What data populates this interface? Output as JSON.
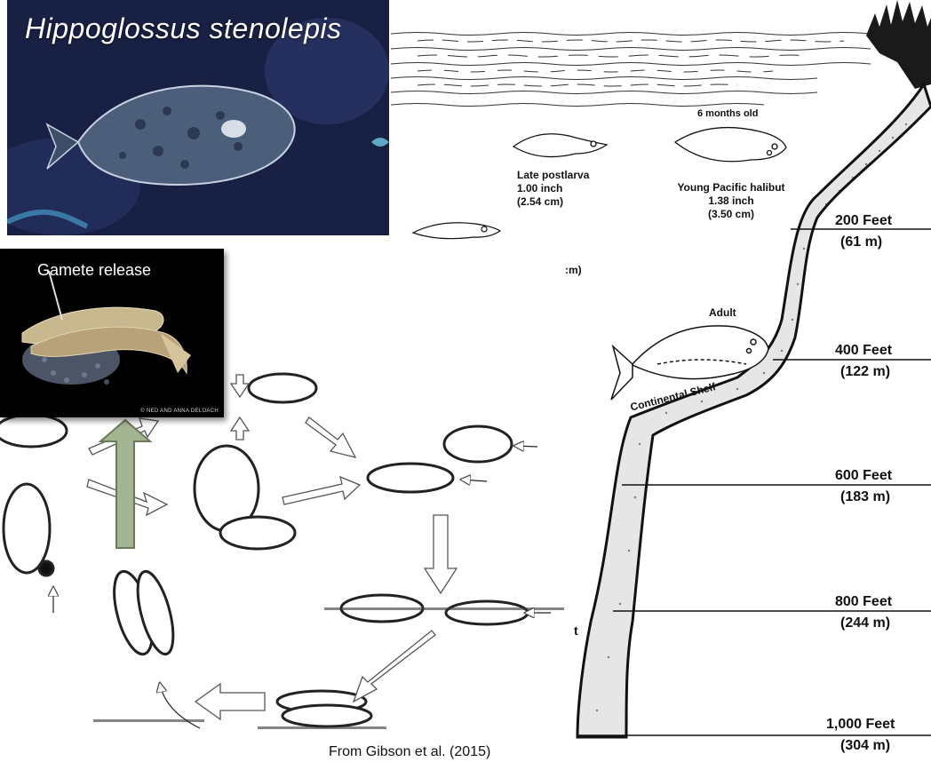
{
  "photo": {
    "title": "Hippoglossus stenolepis"
  },
  "gamete": {
    "label": "Gamete release",
    "credit": "© NED AND ANNA DELOACH"
  },
  "stages": {
    "six_months": "6 months old",
    "late_postlarva": [
      "Late postlarva",
      "1.00 inch",
      "(2.54 cm)"
    ],
    "young": [
      "Young Pacific halibut",
      "1.38 inch",
      "(3.50 cm)"
    ],
    "adult": "Adult",
    "shelf": "Continental Shelf",
    "cut_cm": ":m)",
    "cut_t": "t"
  },
  "depths": [
    {
      "feet": "200 Feet",
      "meters": "(61 m)"
    },
    {
      "feet": "400 Feet",
      "meters": "(122 m)"
    },
    {
      "feet": "600 Feet",
      "meters": "(183 m)"
    },
    {
      "feet": "800 Feet",
      "meters": "(244 m)"
    },
    {
      "feet": "1,000 Feet",
      "meters": "(304 m)"
    }
  ],
  "credit": "From Gibson et al. (2015)",
  "colors": {
    "arrow_green": "#a3b491",
    "water_line": "#333333",
    "sediment": "#222222"
  }
}
